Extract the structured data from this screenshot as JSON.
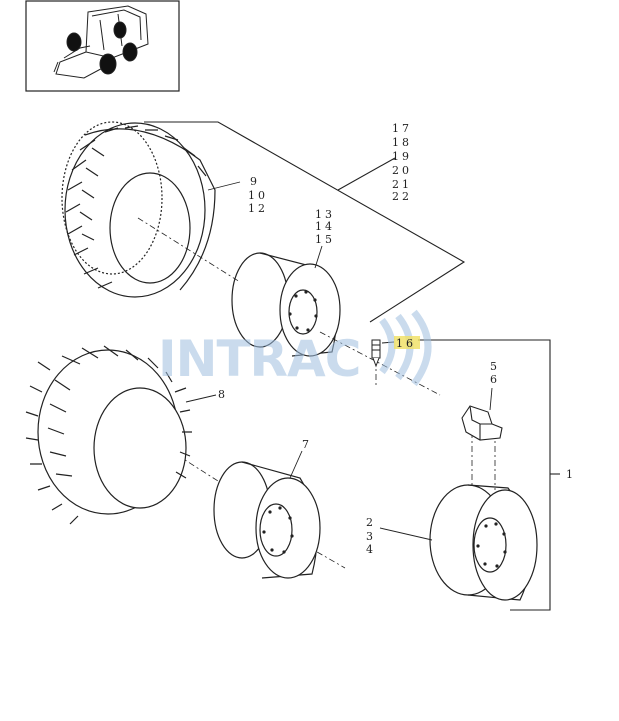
{
  "watermark": {
    "text": "INTRAC"
  },
  "labels": {
    "group_top": [
      "17",
      "18",
      "19",
      "20",
      "21",
      "22"
    ],
    "tire_top": [
      "9",
      "10",
      "12"
    ],
    "rim_top": [
      "13",
      "14",
      "15"
    ],
    "valve": "16",
    "tire_bottom": "8",
    "rim_bottom": "7",
    "bracket": [
      "5",
      "6"
    ],
    "assembly": "1",
    "wheel_right": [
      "2",
      "3",
      "4"
    ]
  },
  "colors": {
    "line": "#222222",
    "watermark": "#9fbfe0",
    "highlight": "#f0e060"
  }
}
